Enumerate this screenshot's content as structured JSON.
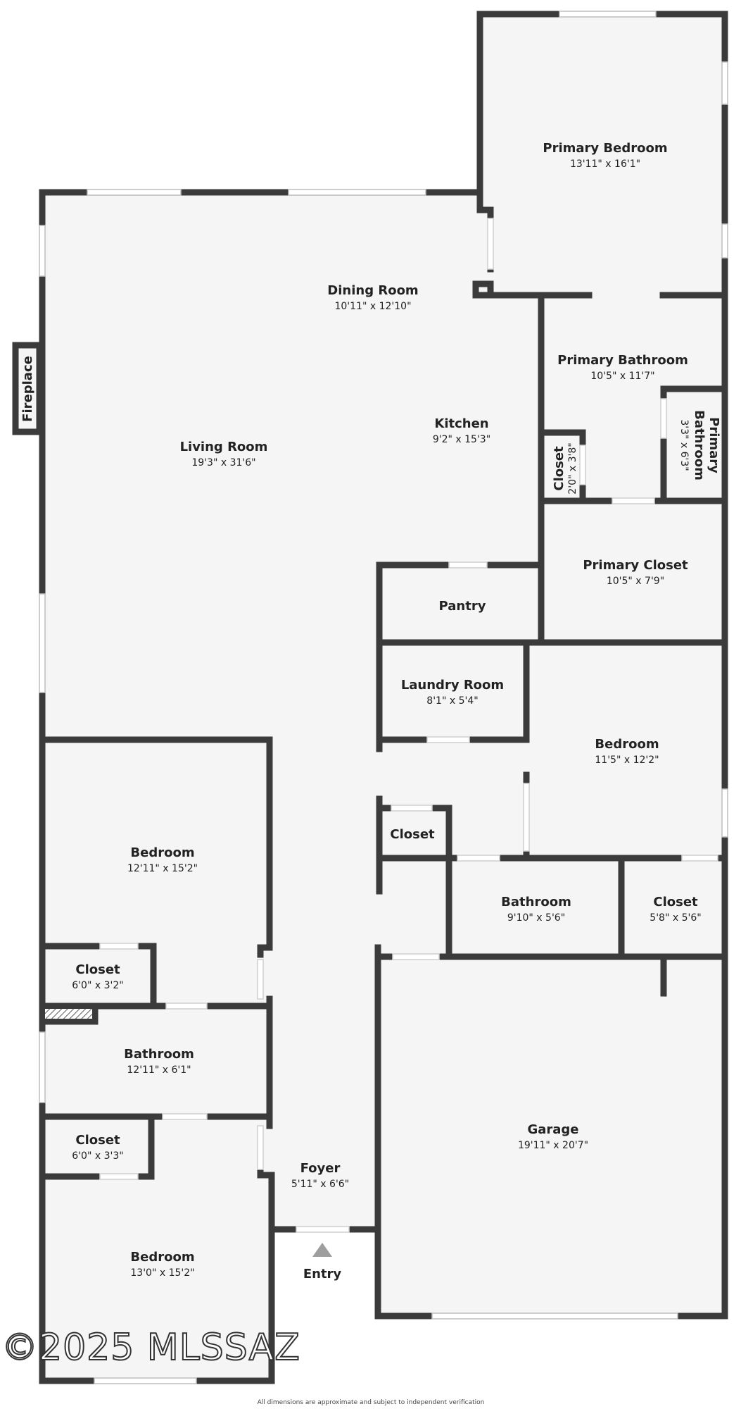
{
  "rooms": {
    "primary_bedroom": {
      "name": "Primary Bedroom",
      "dims": "13'11\" x 16'1\""
    },
    "dining_room": {
      "name": "Dining Room",
      "dims": "10'11\" x 12'10\""
    },
    "primary_bathroom": {
      "name": "Primary Bathroom",
      "dims": "10'5\" x 11'7\""
    },
    "primary_bathroom_small": {
      "name_line1": "Primary",
      "name_line2": "Bathroom",
      "dims": "3'3\" x 6'3\""
    },
    "fireplace": {
      "name": "Fireplace"
    },
    "living_room": {
      "name": "Living Room",
      "dims": "19'3\" x 31'6\""
    },
    "kitchen": {
      "name": "Kitchen",
      "dims": "9'2\" x 15'3\""
    },
    "closet_primary_bath": {
      "name": "Closet",
      "dims": "2'0\" x 3'8\""
    },
    "primary_closet": {
      "name": "Primary Closet",
      "dims": "10'5\" x 7'9\""
    },
    "pantry": {
      "name": "Pantry"
    },
    "laundry_room": {
      "name": "Laundry Room",
      "dims": "8'1\" x 5'4\""
    },
    "bedroom_east": {
      "name": "Bedroom",
      "dims": "11'5\" x 12'2\""
    },
    "bedroom_west": {
      "name": "Bedroom",
      "dims": "12'11\" x 15'2\""
    },
    "closet_hall": {
      "name": "Closet"
    },
    "bathroom_center": {
      "name": "Bathroom",
      "dims": "9'10\" x 5'6\""
    },
    "closet_east": {
      "name": "Closet",
      "dims": "5'8\" x 5'6\""
    },
    "closet_west_a": {
      "name": "Closet",
      "dims": "6'0\" x 3'2\""
    },
    "bathroom_west": {
      "name": "Bathroom",
      "dims": "12'11\" x 6'1\""
    },
    "closet_west_b": {
      "name": "Closet",
      "dims": "6'0\" x 3'3\""
    },
    "garage": {
      "name": "Garage",
      "dims": "19'11\" x 20'7\""
    },
    "foyer": {
      "name": "Foyer",
      "dims": "5'11\" x 6'6\""
    },
    "bedroom_south": {
      "name": "Bedroom",
      "dims": "13'0\" x 15'2\""
    }
  },
  "entry": {
    "label": "Entry"
  },
  "watermark": "©2025 MLSSAZ",
  "footer": "All dimensions are approximate and subject to independent verification",
  "colors": {
    "wall": "#3b3b3b",
    "floor": "#f5f5f5",
    "background": "#ffffff",
    "entry_arrow": "#9e9e9e"
  }
}
